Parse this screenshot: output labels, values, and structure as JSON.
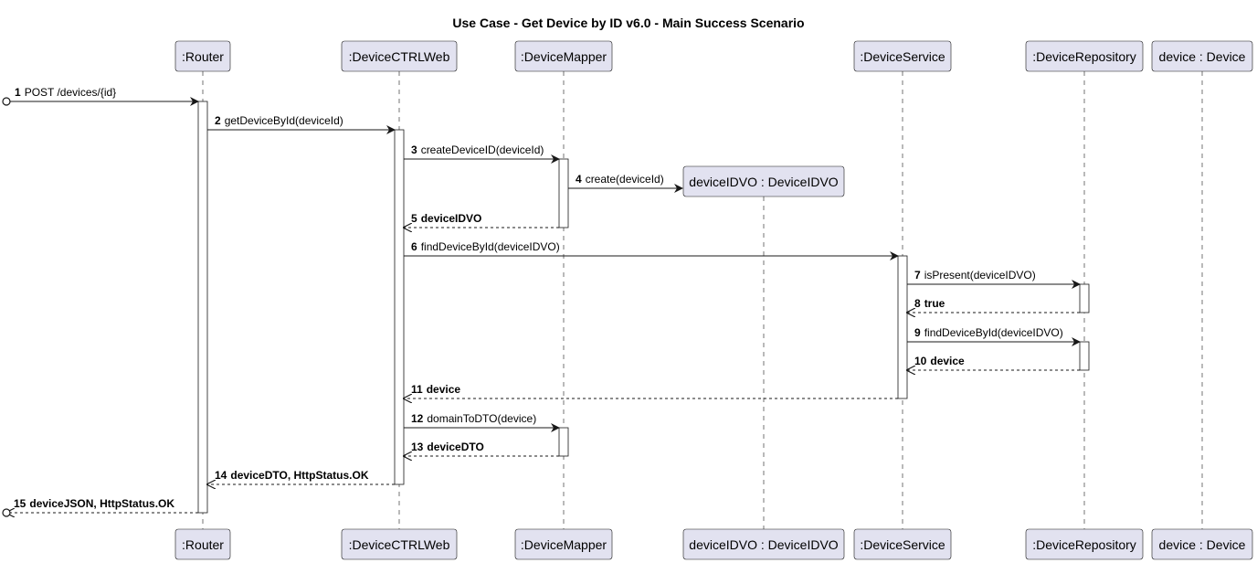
{
  "title": "Use Case - Get Device by ID v6.0 - Main Success Scenario",
  "colors": {
    "participant_fill": "#E2E2F0",
    "participant_border": "#181818",
    "activation_fill": "#ffffff",
    "line": "#181818",
    "lifeline": "#181818"
  },
  "participants": [
    {
      "id": "router",
      "label": ":Router"
    },
    {
      "id": "ctrl",
      "label": ":DeviceCTRLWeb"
    },
    {
      "id": "mapper",
      "label": ":DeviceMapper"
    },
    {
      "id": "dvo",
      "label": "deviceIDVO : DeviceIDVO",
      "created_by_message": 4
    },
    {
      "id": "service",
      "label": ":DeviceService"
    },
    {
      "id": "repo",
      "label": ":DeviceRepository"
    },
    {
      "id": "device",
      "label": "device : Device"
    }
  ],
  "messages": [
    {
      "num": "1",
      "label": "POST /devices/{id}",
      "from": "external",
      "to": "router",
      "kind": "call"
    },
    {
      "num": "2",
      "label": "getDeviceById(deviceId)",
      "from": "router",
      "to": "ctrl",
      "kind": "call"
    },
    {
      "num": "3",
      "label": "createDeviceID(deviceId)",
      "from": "ctrl",
      "to": "mapper",
      "kind": "call"
    },
    {
      "num": "4",
      "label": "create(deviceId)",
      "from": "mapper",
      "to": "dvo",
      "kind": "create"
    },
    {
      "num": "5",
      "label": "deviceIDVO",
      "from": "mapper",
      "to": "ctrl",
      "kind": "return"
    },
    {
      "num": "6",
      "label": "findDeviceById(deviceIDVO)",
      "from": "ctrl",
      "to": "service",
      "kind": "call"
    },
    {
      "num": "7",
      "label": "isPresent(deviceIDVO)",
      "from": "service",
      "to": "repo",
      "kind": "call"
    },
    {
      "num": "8",
      "label": "true",
      "from": "repo",
      "to": "service",
      "kind": "return"
    },
    {
      "num": "9",
      "label": "findDeviceById(deviceIDVO)",
      "from": "service",
      "to": "repo",
      "kind": "call"
    },
    {
      "num": "10",
      "label": "device",
      "from": "repo",
      "to": "service",
      "kind": "return"
    },
    {
      "num": "11",
      "label": "device",
      "from": "service",
      "to": "ctrl",
      "kind": "return"
    },
    {
      "num": "12",
      "label": "domainToDTO(device)",
      "from": "ctrl",
      "to": "mapper",
      "kind": "call"
    },
    {
      "num": "13",
      "label": "deviceDTO",
      "from": "mapper",
      "to": "ctrl",
      "kind": "return"
    },
    {
      "num": "14",
      "label": "deviceDTO, HttpStatus.OK",
      "from": "ctrl",
      "to": "router",
      "kind": "return"
    },
    {
      "num": "15",
      "label": "deviceJSON, HttpStatus.OK",
      "from": "router",
      "to": "external",
      "kind": "return"
    }
  ]
}
